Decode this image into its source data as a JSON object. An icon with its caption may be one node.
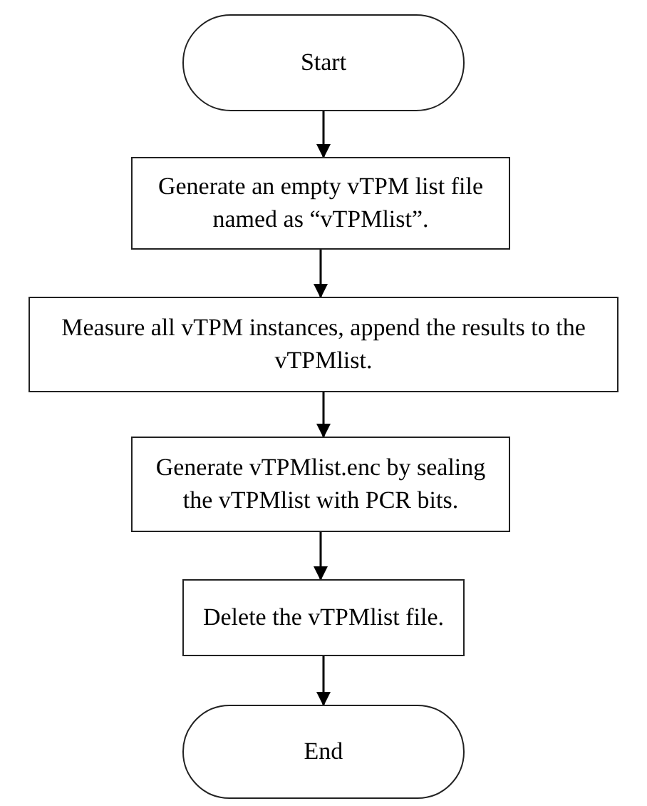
{
  "diagram": {
    "nodes": [
      {
        "text": [
          "Start"
        ]
      },
      {
        "text": [
          "Generate an empty vTPM list file named as “vTPMlist”."
        ]
      },
      {
        "text": [
          "Measure all vTPM instances, append the results to the vTPMlist."
        ]
      },
      {
        "text": [
          "Generate vTPMlist.enc by sealing the vTPMlist with PCR bits."
        ]
      },
      {
        "text": [
          "Delete the vTPMlist file."
        ]
      },
      {
        "text": [
          "End"
        ]
      }
    ],
    "edges": [
      {
        "from": 0,
        "to": 1,
        "arrow": "to"
      },
      {
        "from": 1,
        "to": 2,
        "arrow": "to"
      },
      {
        "from": 2,
        "to": 3,
        "arrow": "to"
      },
      {
        "from": 3,
        "to": 4,
        "arrow": "to"
      },
      {
        "from": 4,
        "to": 5,
        "arrow": "to"
      }
    ]
  }
}
